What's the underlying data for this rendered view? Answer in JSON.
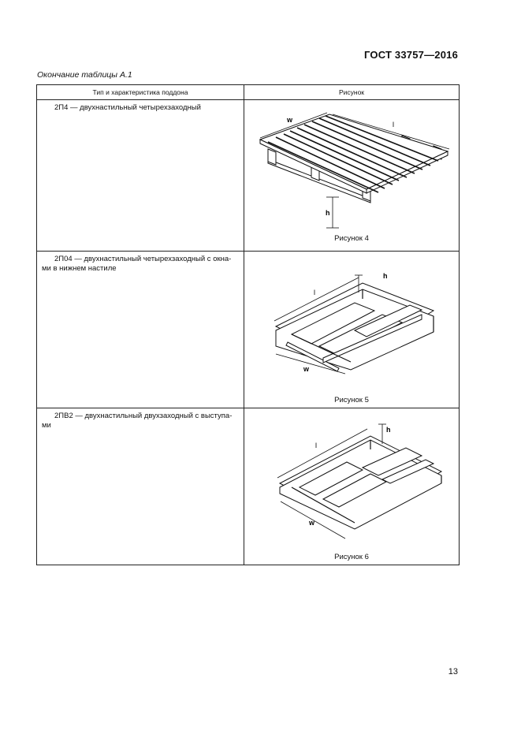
{
  "header": {
    "standard": "ГОСТ 33757—2016"
  },
  "table": {
    "caption": "Окончание таблицы А.1",
    "columns": [
      "Тип и характеристика поддона",
      "Рисунок"
    ],
    "rows": [
      {
        "type": "2П4 — двухнастильный четырехзаходный",
        "figure": "Рисунок 4",
        "dims": {
          "l": "l",
          "w": "w",
          "h": "h"
        }
      },
      {
        "type": "2П04 — двухнастильный четырехзаходный с окна-ми в нижнем настиле",
        "figure": "Рисунок 5",
        "dims": {
          "l": "l",
          "w": "w",
          "h": "h"
        }
      },
      {
        "type": "2ПВ2 — двухнастильный двухзаходный с выступа-ми",
        "figure": "Рисунок 6",
        "dims": {
          "l": "l",
          "w": "w",
          "h": "h"
        }
      }
    ]
  },
  "footer": {
    "page_number": "13"
  }
}
